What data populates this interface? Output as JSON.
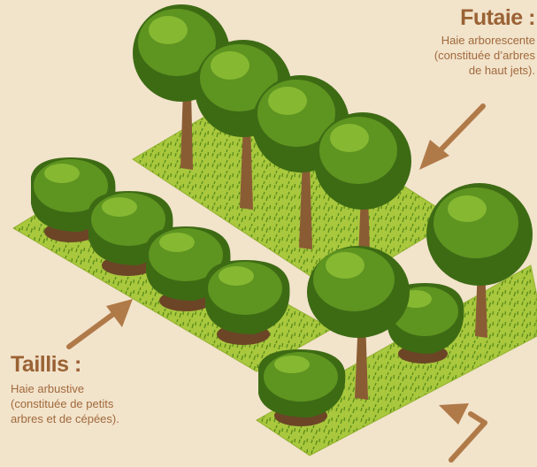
{
  "futaie": {
    "title": "Futaie :",
    "desc_lines": [
      "Haie arborescente",
      "(constituée d’arbres",
      "de haut jets)."
    ]
  },
  "taillis": {
    "title": "Taillis :",
    "desc_lines": [
      "Haie arbustive",
      "(constituée de petits",
      "arbres et de cépées)."
    ]
  },
  "colors": {
    "background": "#f2e3cb",
    "grass": "#a9c83d",
    "foliage_dark": "#3d6b14",
    "foliage_mid": "#5e9420",
    "foliage_light": "#86b832",
    "trunk": "#8a5c34",
    "arrow": "#b07a48",
    "label": "#9a6234"
  }
}
